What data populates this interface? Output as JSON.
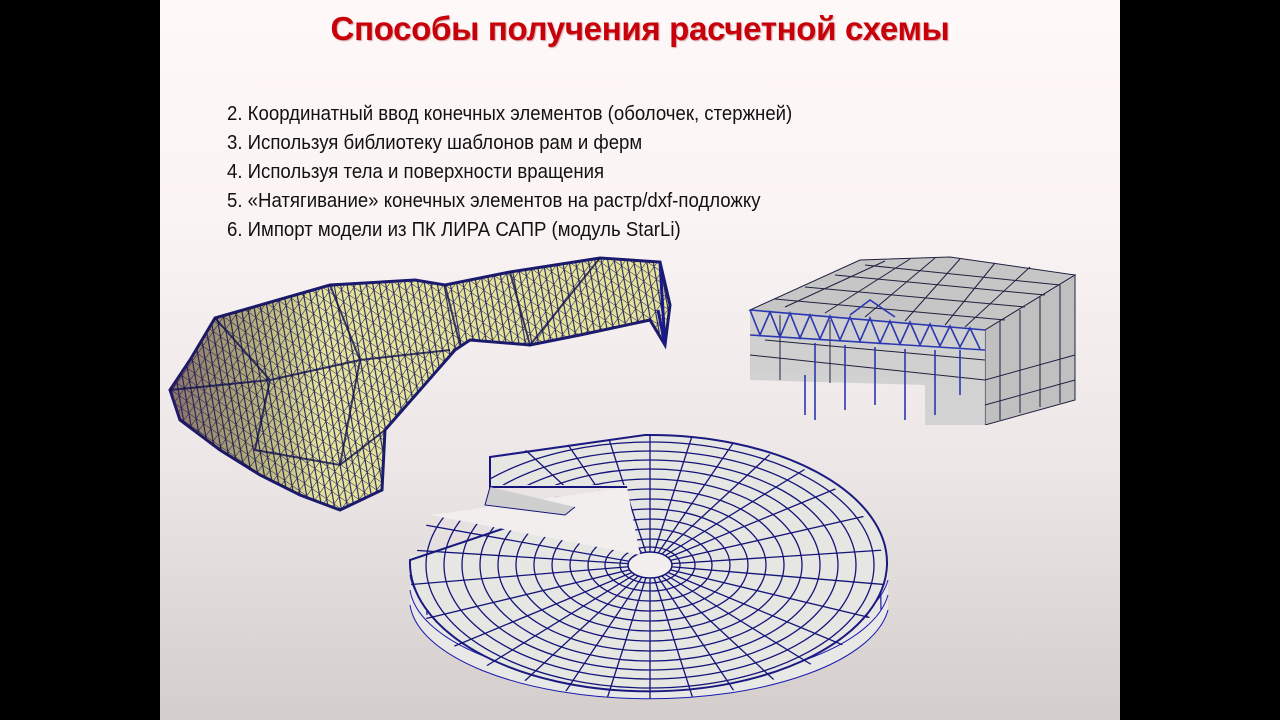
{
  "slide": {
    "title": "Способы получения расчетной схемы",
    "title_color": "#c8000a",
    "items": [
      "2. Координатный ввод конечных элементов (оболочек, стержней)",
      "3. Используя библиотеку шаблонов рам и ферм",
      "4. Используя тела и поверхности вращения",
      "5. «Натягивание» конечных элементов на растр/dxf-подложку",
      "6. Импорт модели из ПК ЛИРА САПР (модуль StarLi)"
    ],
    "figures": [
      {
        "name": "shell-roof-mesh-model",
        "mesh_color": "#1a1a6e",
        "fill_color": "#e8e89a"
      },
      {
        "name": "frame-truss-building-model",
        "mesh_color": "#1e2a9a",
        "fill_color": "#c8c8c8"
      },
      {
        "name": "circular-revolution-surface-model",
        "mesh_color": "#14147a",
        "fill_color": "#e4e4e0"
      }
    ]
  }
}
